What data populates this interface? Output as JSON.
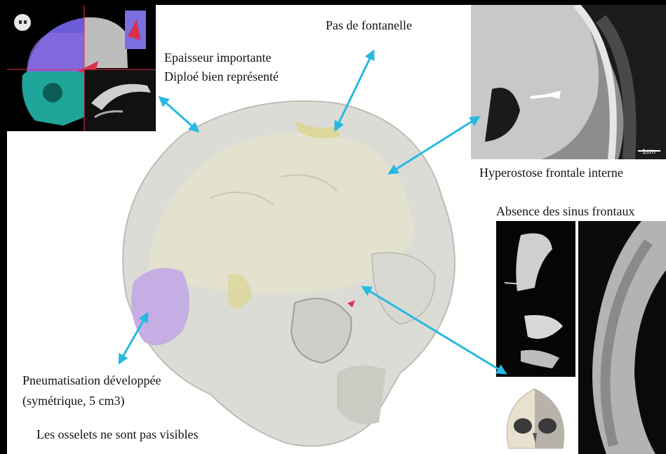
{
  "annotations": {
    "thickness_line1": "Epaisseur importante",
    "thickness_line2": "Diploé bien représenté",
    "fontanelle": "Pas de fontanelle",
    "hyperostosis": "Hyperostose frontale interne",
    "sinus": "Absence des sinus frontaux",
    "pneumatisation_line1": "Pneumatisation développée",
    "pneumatisation_line2": "(symétrique, 5 cm3)",
    "ossicles": "Les osselets ne sont pas visibles"
  },
  "scale_bar": {
    "text": "1cm"
  },
  "colors": {
    "arrow": "#27b9e0",
    "skull": "#d8d8d2",
    "yellow_region": "#dcd79a",
    "purple_region": "#c5aee3",
    "cyan_region": "#1fa59a",
    "blue_region": "#6b5cd8",
    "red_marker": "#e0304c"
  }
}
